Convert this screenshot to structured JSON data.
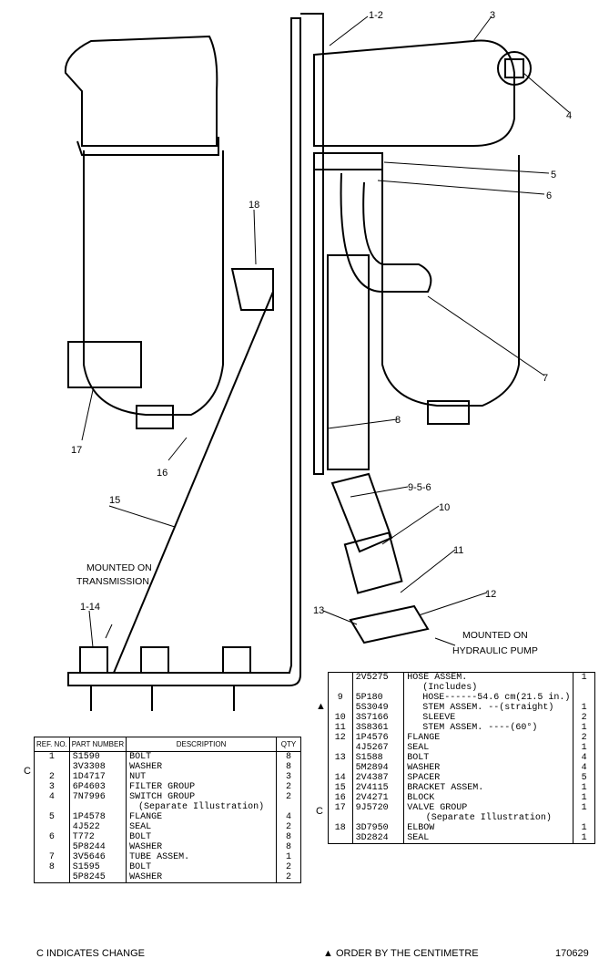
{
  "callouts": {
    "c1_2": "1-2",
    "c3": "3",
    "c4": "4",
    "c5": "5",
    "c6": "6",
    "c7": "7",
    "c8": "8",
    "c9_5_6": "9-5-6",
    "c10": "10",
    "c11": "11",
    "c12": "12",
    "c13": "13",
    "c1_14": "1-14",
    "c15": "15",
    "c16": "16",
    "c17": "17",
    "c18": "18"
  },
  "notes": {
    "mounted_transmission_1": "MOUNTED ON",
    "mounted_transmission_2": "TRANSMISSION",
    "mounted_pump_1": "MOUNTED ON",
    "mounted_pump_2": "HYDRAULIC PUMP"
  },
  "left_table": {
    "headers": {
      "ref": "REF. NO.",
      "part": "PART NUMBER",
      "desc": "DESCRIPTION",
      "qty": "QTY"
    },
    "rows": [
      {
        "mark": "C",
        "ref": "1",
        "part": "S1590",
        "desc": "BOLT",
        "qty": "8"
      },
      {
        "mark": "",
        "ref": "",
        "part": "3V3308",
        "desc": "WASHER",
        "qty": "8"
      },
      {
        "mark": "",
        "ref": "2",
        "part": "1D4717",
        "desc": "NUT",
        "qty": "3"
      },
      {
        "mark": "",
        "ref": "3",
        "part": "6P4603",
        "desc": "FILTER GROUP",
        "qty": "2"
      },
      {
        "mark": "",
        "ref": "4",
        "part": "7N7996",
        "desc": "SWITCH GROUP",
        "qty": "2"
      },
      {
        "mark": "",
        "ref": "",
        "part": "",
        "desc": "(Separate Illustration)",
        "qty": ""
      },
      {
        "mark": "",
        "ref": "5",
        "part": "1P4578",
        "desc": "FLANGE",
        "qty": "4"
      },
      {
        "mark": "",
        "ref": "",
        "part": "4J522",
        "desc": "SEAL",
        "qty": "2"
      },
      {
        "mark": "",
        "ref": "6",
        "part": "T772",
        "desc": "BOLT",
        "qty": "8"
      },
      {
        "mark": "",
        "ref": "",
        "part": "5P8244",
        "desc": "WASHER",
        "qty": "8"
      },
      {
        "mark": "",
        "ref": "7",
        "part": "3V5646",
        "desc": "TUBE ASSEM.",
        "qty": "1"
      },
      {
        "mark": "",
        "ref": "8",
        "part": "S1595",
        "desc": "BOLT",
        "qty": "2"
      },
      {
        "mark": "",
        "ref": "",
        "part": "5P8245",
        "desc": "WASHER",
        "qty": "2"
      }
    ]
  },
  "right_table": {
    "rows": [
      {
        "mark": "",
        "ref": "",
        "part": "2V5275",
        "desc": "HOSE ASSEM.",
        "qty": "1"
      },
      {
        "mark": "",
        "ref": "",
        "part": "",
        "desc": "(Includes)",
        "qty": ""
      },
      {
        "mark": "▲",
        "ref": "9",
        "part": "5P180",
        "desc": "HOSE------54.6 cm(21.5 in.)",
        "qty": ""
      },
      {
        "mark": "",
        "ref": "",
        "part": "5S3049",
        "desc": "STEM ASSEM. --(straight)",
        "qty": "1"
      },
      {
        "mark": "",
        "ref": "10",
        "part": "3S7166",
        "desc": "SLEEVE",
        "qty": "2"
      },
      {
        "mark": "",
        "ref": "11",
        "part": "3S8361",
        "desc": "STEM ASSEM. ----(60°)",
        "qty": "1"
      },
      {
        "mark": "",
        "ref": "12",
        "part": "1P4576",
        "desc": "FLANGE",
        "qty": "2"
      },
      {
        "mark": "",
        "ref": "",
        "part": "4J5267",
        "desc": "SEAL",
        "qty": "1"
      },
      {
        "mark": "",
        "ref": "13",
        "part": "S1588",
        "desc": "BOLT",
        "qty": "4"
      },
      {
        "mark": "",
        "ref": "",
        "part": "5M2894",
        "desc": "WASHER",
        "qty": "4"
      },
      {
        "mark": "C",
        "ref": "14",
        "part": "2V4387",
        "desc": "SPACER",
        "qty": "5"
      },
      {
        "mark": "",
        "ref": "15",
        "part": "2V4115",
        "desc": "BRACKET ASSEM.",
        "qty": "1"
      },
      {
        "mark": "",
        "ref": "16",
        "part": "2V4271",
        "desc": "BLOCK",
        "qty": "1"
      },
      {
        "mark": "",
        "ref": "17",
        "part": "9J5720",
        "desc": "VALVE GROUP",
        "qty": "1"
      },
      {
        "mark": "",
        "ref": "",
        "part": "",
        "desc": "(Separate Illustration)",
        "qty": ""
      },
      {
        "mark": "",
        "ref": "18",
        "part": "3D7950",
        "desc": "ELBOW",
        "qty": "1"
      },
      {
        "mark": "",
        "ref": "",
        "part": "3D2824",
        "desc": "SEAL",
        "qty": "1"
      }
    ]
  },
  "footer": {
    "change_note": "C  INDICATES CHANGE",
    "order_note": "▲ ORDER BY THE CENTIMETRE",
    "illustration_number": "170629"
  }
}
